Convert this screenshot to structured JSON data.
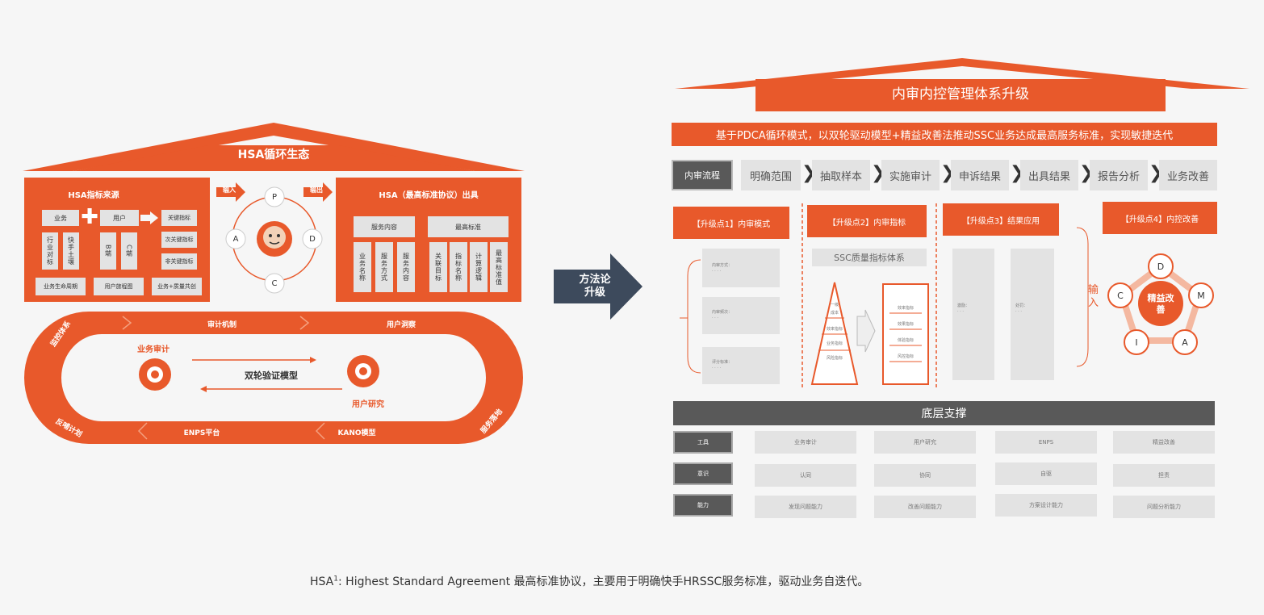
{
  "left": {
    "roof_title": "HSA循环生态",
    "source_title": "HSA指标来源",
    "business": "业务",
    "user": "用户",
    "business_sub": [
      "行业对标",
      "快手土壤"
    ],
    "user_sub": [
      "B端",
      "C端"
    ],
    "metrics": [
      "关键指标",
      "次关键指标",
      "非关键指标"
    ],
    "bottom_row": [
      "业务生命周期",
      "用户旅程图",
      "业务+质量共创"
    ],
    "input_label": "输入",
    "output_label": "输出",
    "pdca": {
      "p": "P",
      "d": "D",
      "c": "C",
      "a": "A"
    },
    "protocol_title": "HSA（最高标准协议）出具",
    "service_content": "服务内容",
    "highest_standard": "最高标准",
    "service_cols": [
      "业务名称",
      "服务方式",
      "服务内容"
    ],
    "standard_cols": [
      "关联目标",
      "指标名称",
      "计算逻辑",
      "最高标准值"
    ],
    "loop": {
      "top_left": "审计机制",
      "top_right": "用户洞察",
      "left_top": "监控体系",
      "left_bottom": "反哺计划",
      "right_bottom": "服务落地",
      "bottom_left": "ENPS平台",
      "bottom_right": "KANO模型",
      "business_audit": "业务审计",
      "user_research": "用户研究",
      "model": "双轮验证模型"
    }
  },
  "middle": {
    "label": "方法论升级"
  },
  "right": {
    "title": "内审内控管理体系升级",
    "subtitle": "基于PDCA循环模式，以双轮驱动模型+精益改善法推动SSC业务达成最高服务标准，实现敏捷迭代",
    "process_label": "内审流程",
    "steps": [
      "明确范围",
      "抽取样本",
      "实施审计",
      "申诉结果",
      "出具结果",
      "报告分析",
      "业务改善"
    ],
    "upgrades": [
      "【升级点1】内审模式",
      "【升级点2】内审指标",
      "【升级点3】结果应用",
      "【升级点4】内控改善"
    ],
    "mode_items": [
      {
        "t": "内审方式：",
        "d": "  ·  ·  ·  ·"
      },
      {
        "t": "内审频次：",
        "d": "  ·  ·  ·"
      },
      {
        "t": "评分标准：",
        "d": "  ·  ·  ·  ·"
      }
    ],
    "ssc_title": "SSC质量指标体系",
    "pyramid_labels": [
      "一级",
      "成本",
      "效率指标",
      "业务指标",
      "风险指标"
    ],
    "pyramid_right": [
      "效率指标",
      "效果指标",
      "体验指标",
      "风控指标"
    ],
    "result_cols": [
      {
        "t": "激励：",
        "d": "  ·  ·  ·"
      },
      {
        "t": "处罚：",
        "d": "  ·  ·  ·"
      }
    ],
    "input_label": "输入",
    "lean_center": "精益改善",
    "lean_nodes": {
      "d": "D",
      "m": "M",
      "a": "A",
      "i": "I",
      "c": "C"
    },
    "foundation_title": "底层支撑",
    "foundation_rows": [
      {
        "label": "工具",
        "items": [
          "业务审计",
          "用户研究",
          "ENPS",
          "精益改善"
        ]
      },
      {
        "label": "意识",
        "items": [
          "认同",
          "协同",
          "自驱",
          "担责"
        ]
      },
      {
        "label": "能力",
        "items": [
          "发现问题能力",
          "改善问题能力",
          "方案设计能力",
          "问题分析能力"
        ]
      }
    ]
  },
  "footnote": {
    "prefix": "HSA",
    "sup": "1",
    "text": ":  Highest Standard Agreement 最高标准协议，主要用于明确快手HRSSC服务标准，驱动业务自迭代。"
  },
  "colors": {
    "accent": "#e8592b",
    "dark": "#595959",
    "navy": "#3d4a5c"
  }
}
